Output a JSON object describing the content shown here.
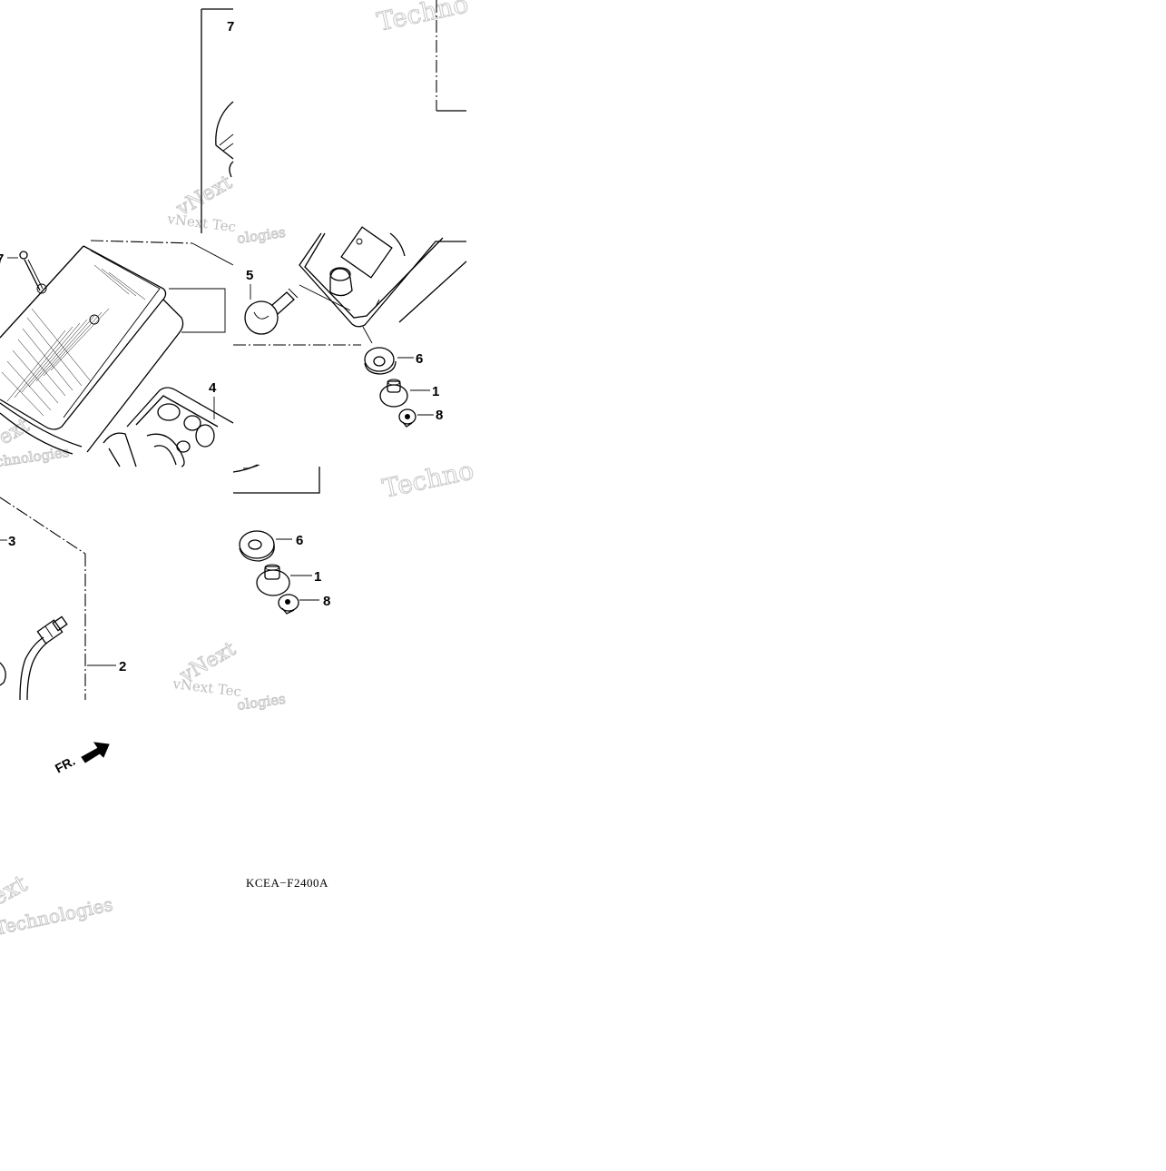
{
  "diagram": {
    "part_code": "KCEA−F2400A",
    "front_marker": "FR.",
    "callouts": [
      {
        "id": "c7a",
        "label": "7"
      },
      {
        "id": "c7b",
        "label": "7"
      },
      {
        "id": "c5",
        "label": "5"
      },
      {
        "id": "c6a",
        "label": "6"
      },
      {
        "id": "c1a",
        "label": "1"
      },
      {
        "id": "c8a",
        "label": "8"
      },
      {
        "id": "c4",
        "label": "4"
      },
      {
        "id": "c3",
        "label": "3"
      },
      {
        "id": "c6b",
        "label": "6"
      },
      {
        "id": "c1b",
        "label": "1"
      },
      {
        "id": "c8b",
        "label": "8"
      },
      {
        "id": "c2",
        "label": "2"
      }
    ],
    "watermark": {
      "brand_a": "vNext",
      "brand_b": "Technologies",
      "brand_c": "vNext Tec",
      "brand_d": "Techno",
      "brand_e": "ologies",
      "brand_f": "chnologies",
      "brand_g": "ext"
    }
  }
}
